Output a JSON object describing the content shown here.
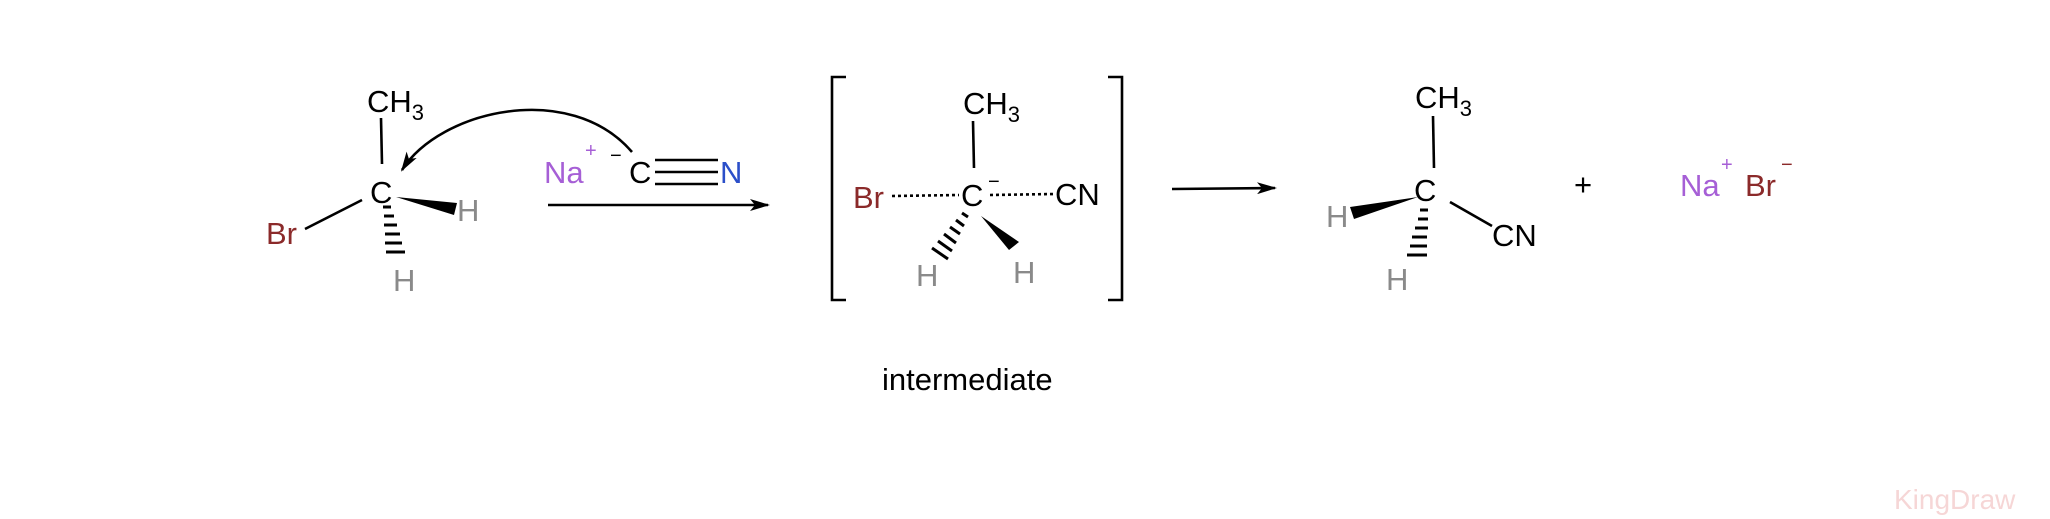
{
  "colors": {
    "black": "#000000",
    "bromine": "#8b2a2a",
    "hydrogen": "#8a8a8a",
    "sodium": "#a65fd6",
    "nitrogen": "#2b4fc9",
    "watermark": "#f6d6d6"
  },
  "reactant": {
    "br": "Br",
    "c": "C",
    "ch": "CH",
    "ch_sub": "3",
    "h_wedge": "H",
    "h_hash": "H"
  },
  "reagent": {
    "na": "Na",
    "na_charge": "+",
    "c_charge": "−",
    "c": "C",
    "n": "N"
  },
  "intermediate": {
    "br": "Br",
    "c": "C",
    "c_charge": "−",
    "cn": "CN",
    "ch": "CH",
    "ch_sub": "3",
    "h_hash": "H",
    "h_wedge": "H",
    "label": "intermediate"
  },
  "product": {
    "c": "C",
    "ch": "CH",
    "ch_sub": "3",
    "h_wedge": "H",
    "h_hash": "H",
    "cn": "CN",
    "plus": "+"
  },
  "salt": {
    "na": "Na",
    "na_charge": "+",
    "br": "Br",
    "br_charge": "−"
  },
  "watermark": "KingDraw"
}
